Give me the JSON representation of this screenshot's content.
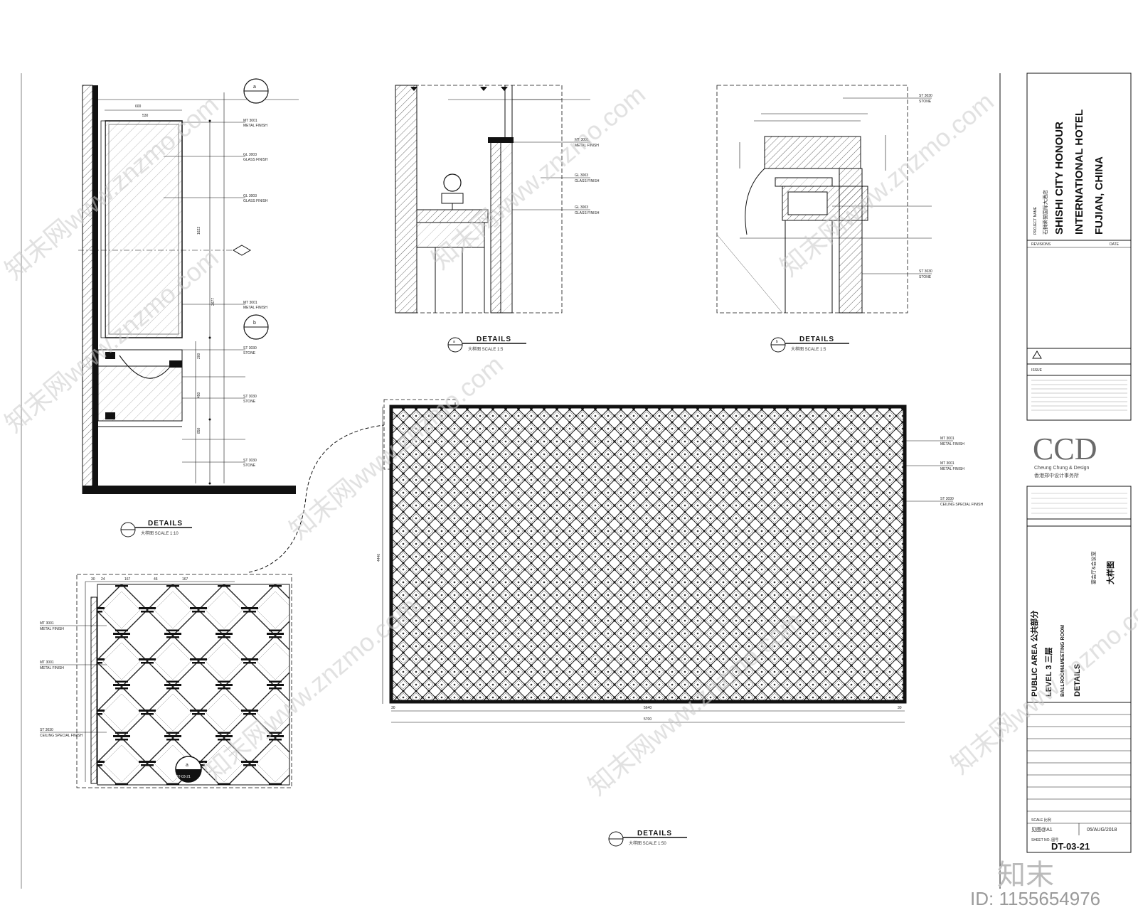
{
  "labels": {
    "section_a": "a",
    "section_b": "b",
    "ref_a": "a",
    "ref_code": "DT-03-21",
    "callout_metal": "METAL FINISH",
    "callout_glass": "GLASS FINISH",
    "callout_stone": "STONE",
    "callout_ceiling": "CEILING SPECIAL FINISH",
    "code_mt": "MT 3001",
    "code_gl": "GL 3003",
    "code_st": "ST 3030"
  },
  "details": {
    "d1": {
      "title": "DETAILS",
      "scale": "大样图  SCALE 1:10"
    },
    "da": {
      "title": "DETAILS",
      "scale": "大样图  SCALE 1:5"
    },
    "db": {
      "title": "DETAILS",
      "scale": "大样图  SCALE 1:5"
    },
    "d2": {
      "title": "DETAILS",
      "scale": "大样图  SCALE 1:50"
    }
  },
  "dimensions": {
    "d1_top": "600",
    "d1_inner": "530",
    "d1_h1": "1622",
    "d1_h2": "2677",
    "d1_h3": "200",
    "d1_h4": "450",
    "d1_h5": "850",
    "p_30": "30",
    "p_24": "24",
    "p_167a": "167",
    "p_46": "46",
    "p_167b": "167",
    "big_5640": "5640",
    "big_5700": "5700",
    "big_30a": "30",
    "big_30b": "30",
    "big_h": "4440"
  },
  "title_block": {
    "project_label": "PROJECT NAME",
    "project_cn": "石狮荣誉国际大酒店",
    "project_en_1": "SHISHI CITY HONOUR",
    "project_en_2": "INTERNATIONAL HOTEL",
    "project_en_3": "FUJIAN, CHINA",
    "revisions": "REVISIONS",
    "date": "DATE",
    "issue_note": "ISSUE",
    "logo": "CCD",
    "firm_en": "Cheung Chung & Design",
    "firm_cn": "香港郑中设计事务所",
    "area_1": "PUBLIC AREA  公共部分",
    "area_2": "LEVEL 3  三层",
    "area_3": "BALLROOM&MEETING ROOM",
    "area_4": "DETAILS",
    "area_cn_1": "宴会厅&会议室",
    "area_cn_2": "大样图",
    "scale_label": "SCALE 比例",
    "scale_value": "见图@A1",
    "date_value": "05/AUG/2018",
    "sheet_no_label": "SHEET NO. 图号",
    "sheet_no": "DT-03-21"
  },
  "watermarks": {
    "brand_1": "知末网www.znzmo.com",
    "brand_2": "知末",
    "id_text": "ID: 1155654976"
  }
}
